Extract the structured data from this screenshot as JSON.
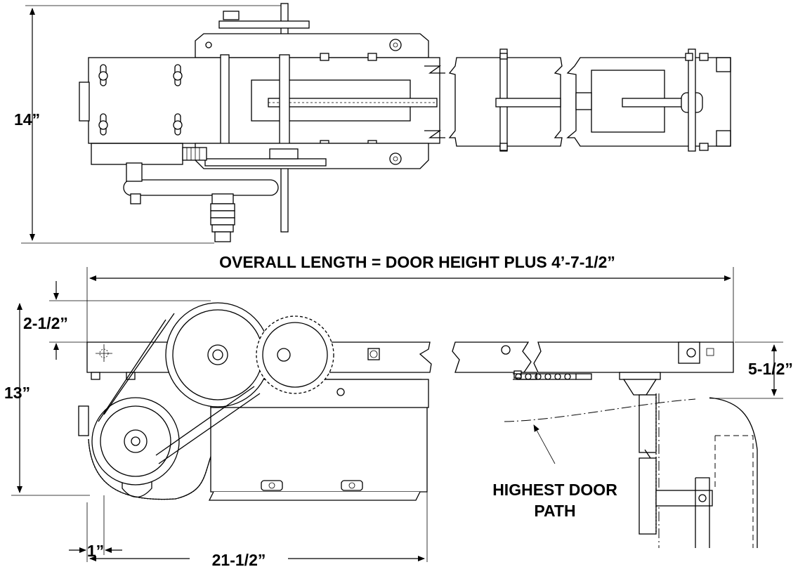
{
  "labels": {
    "height_top": "14”",
    "overall_length": "OVERALL LENGTH = DOOR HEIGHT PLUS 4’-7-1/2”",
    "top_offset": "2-1/2”",
    "height_side": "13”",
    "rail_drop": "5-1/2”",
    "highest_door_path_line1": "HIGHEST DOOR",
    "highest_door_path_line2": "PATH",
    "offset_small": "1”",
    "width_bottom": "21-1/2”"
  }
}
